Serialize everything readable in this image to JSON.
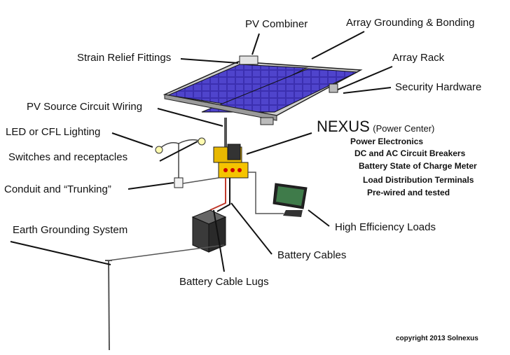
{
  "labels": {
    "pv_combiner": "PV Combiner",
    "array_grounding": "Array Grounding & Bonding",
    "strain_relief": "Strain Relief Fittings",
    "array_rack": "Array Rack",
    "security_hardware": "Security Hardware",
    "pv_source_wiring": "PV Source Circuit Wiring",
    "led_cfl": "LED or CFL Lighting",
    "switches": "Switches and receptacles",
    "conduit": "Conduit and “Trunking”",
    "earth_grounding": "Earth Grounding System",
    "high_efficiency": "High Efficiency Loads",
    "battery_cables": "Battery Cables",
    "battery_lugs": "Battery Cable Lugs"
  },
  "nexus": {
    "title": "NEXUS",
    "subtitle": "(Power Center)",
    "features": [
      "Power Electronics",
      "DC and AC Circuit Breakers",
      "Battery State of Charge Meter",
      "Load Distribution Terminals",
      "Pre-wired and tested"
    ]
  },
  "copyright": "copyright 2013 Solnexus",
  "colors": {
    "panel_cell": "#3a2fa8",
    "panel_frame": "#d9d9d9",
    "nexus_box": "#f5c400",
    "battery": "#3a3a3a",
    "cable_red": "#c0392b"
  }
}
